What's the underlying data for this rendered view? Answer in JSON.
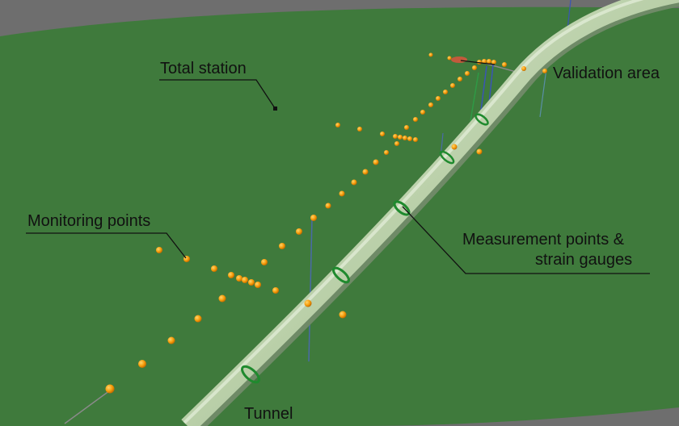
{
  "labels": {
    "total_station": "Total station",
    "validation_area": "Validation area",
    "monitoring_points": "Monitoring points",
    "measurement_line1": "Measurement points &",
    "measurement_line2": "strain gauges",
    "tunnel": "Tunnel"
  },
  "colors": {
    "background": "#6e6e6e",
    "ground": "#3f7a3c",
    "tunnel": "#c2d6b2",
    "strain_gauge_ring": "#1f8a2e",
    "monitoring_point": "#f59a08",
    "total_station": "#111111",
    "borehole_blue": "#3a55b5",
    "borehole_green": "#2f9a45"
  }
}
